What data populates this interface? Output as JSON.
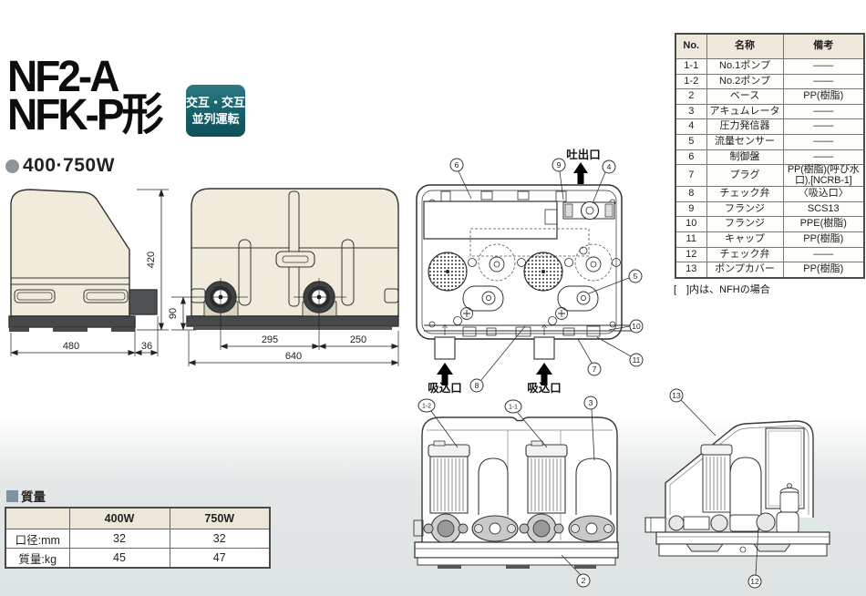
{
  "page": {
    "model_line1": "NF2-A",
    "model_line2": "NFK-P形",
    "badge_line1": "交互・交互",
    "badge_line2": "並列運転",
    "power_rating": "400·750W"
  },
  "labels": {
    "discharge_port": "吐出口",
    "suction_port_left": "吸込口",
    "suction_port_right": "吸込口"
  },
  "dimensions": {
    "total_height": "420",
    "port_center_height": "90",
    "side_width": "480",
    "side_protrusion": "36",
    "port_pitch": "295",
    "port_to_edge": "250",
    "total_width": "640"
  },
  "callouts": {
    "n1_1": "1-1",
    "n1_2": "1-2",
    "n2": "2",
    "n3": "3",
    "n4": "4",
    "n5": "5",
    "n6": "6",
    "n7": "7",
    "n8": "8",
    "n9": "9",
    "n10": "10",
    "n11": "11",
    "n12": "12",
    "n13": "13"
  },
  "parts_table": {
    "headers": [
      "No.",
      "名称",
      "備考"
    ],
    "rows": [
      [
        "1-1",
        "No.1ポンプ",
        "——"
      ],
      [
        "1-2",
        "No.2ポンプ",
        "——"
      ],
      [
        "2",
        "ベース",
        "PP(樹脂)"
      ],
      [
        "3",
        "アキュムレータ",
        "——"
      ],
      [
        "4",
        "圧力発信器",
        "——"
      ],
      [
        "5",
        "流量センサー",
        "——"
      ],
      [
        "6",
        "制御盤",
        "——"
      ],
      [
        "7",
        "プラグ",
        "PP(樹脂)(呼び水口),[NCRB-1]"
      ],
      [
        "8",
        "チェック弁",
        "〈吸込口〉"
      ],
      [
        "9",
        "フランジ",
        "SCS13"
      ],
      [
        "10",
        "フランジ",
        "PPE(樹脂)"
      ],
      [
        "11",
        "キャップ",
        "PP(樹脂)"
      ],
      [
        "12",
        "チェック弁",
        "——"
      ],
      [
        "13",
        "ポンプカバー",
        "PP(樹脂)"
      ]
    ],
    "footnote": "[　]内は、NFHの場合"
  },
  "weight_table": {
    "heading": "質量",
    "col_headers": [
      "400W",
      "750W"
    ],
    "row_labels": [
      "口径:mm",
      "質量:kg"
    ],
    "rows": [
      [
        "32",
        "32"
      ],
      [
        "45",
        "47"
      ]
    ]
  },
  "colors": {
    "badge_teal": "#15606a",
    "cover_cream": "#f0ebdb",
    "base_dark": "#46484a",
    "bg_gray": "#dee3e3",
    "heading_square": "#7e93a0"
  }
}
